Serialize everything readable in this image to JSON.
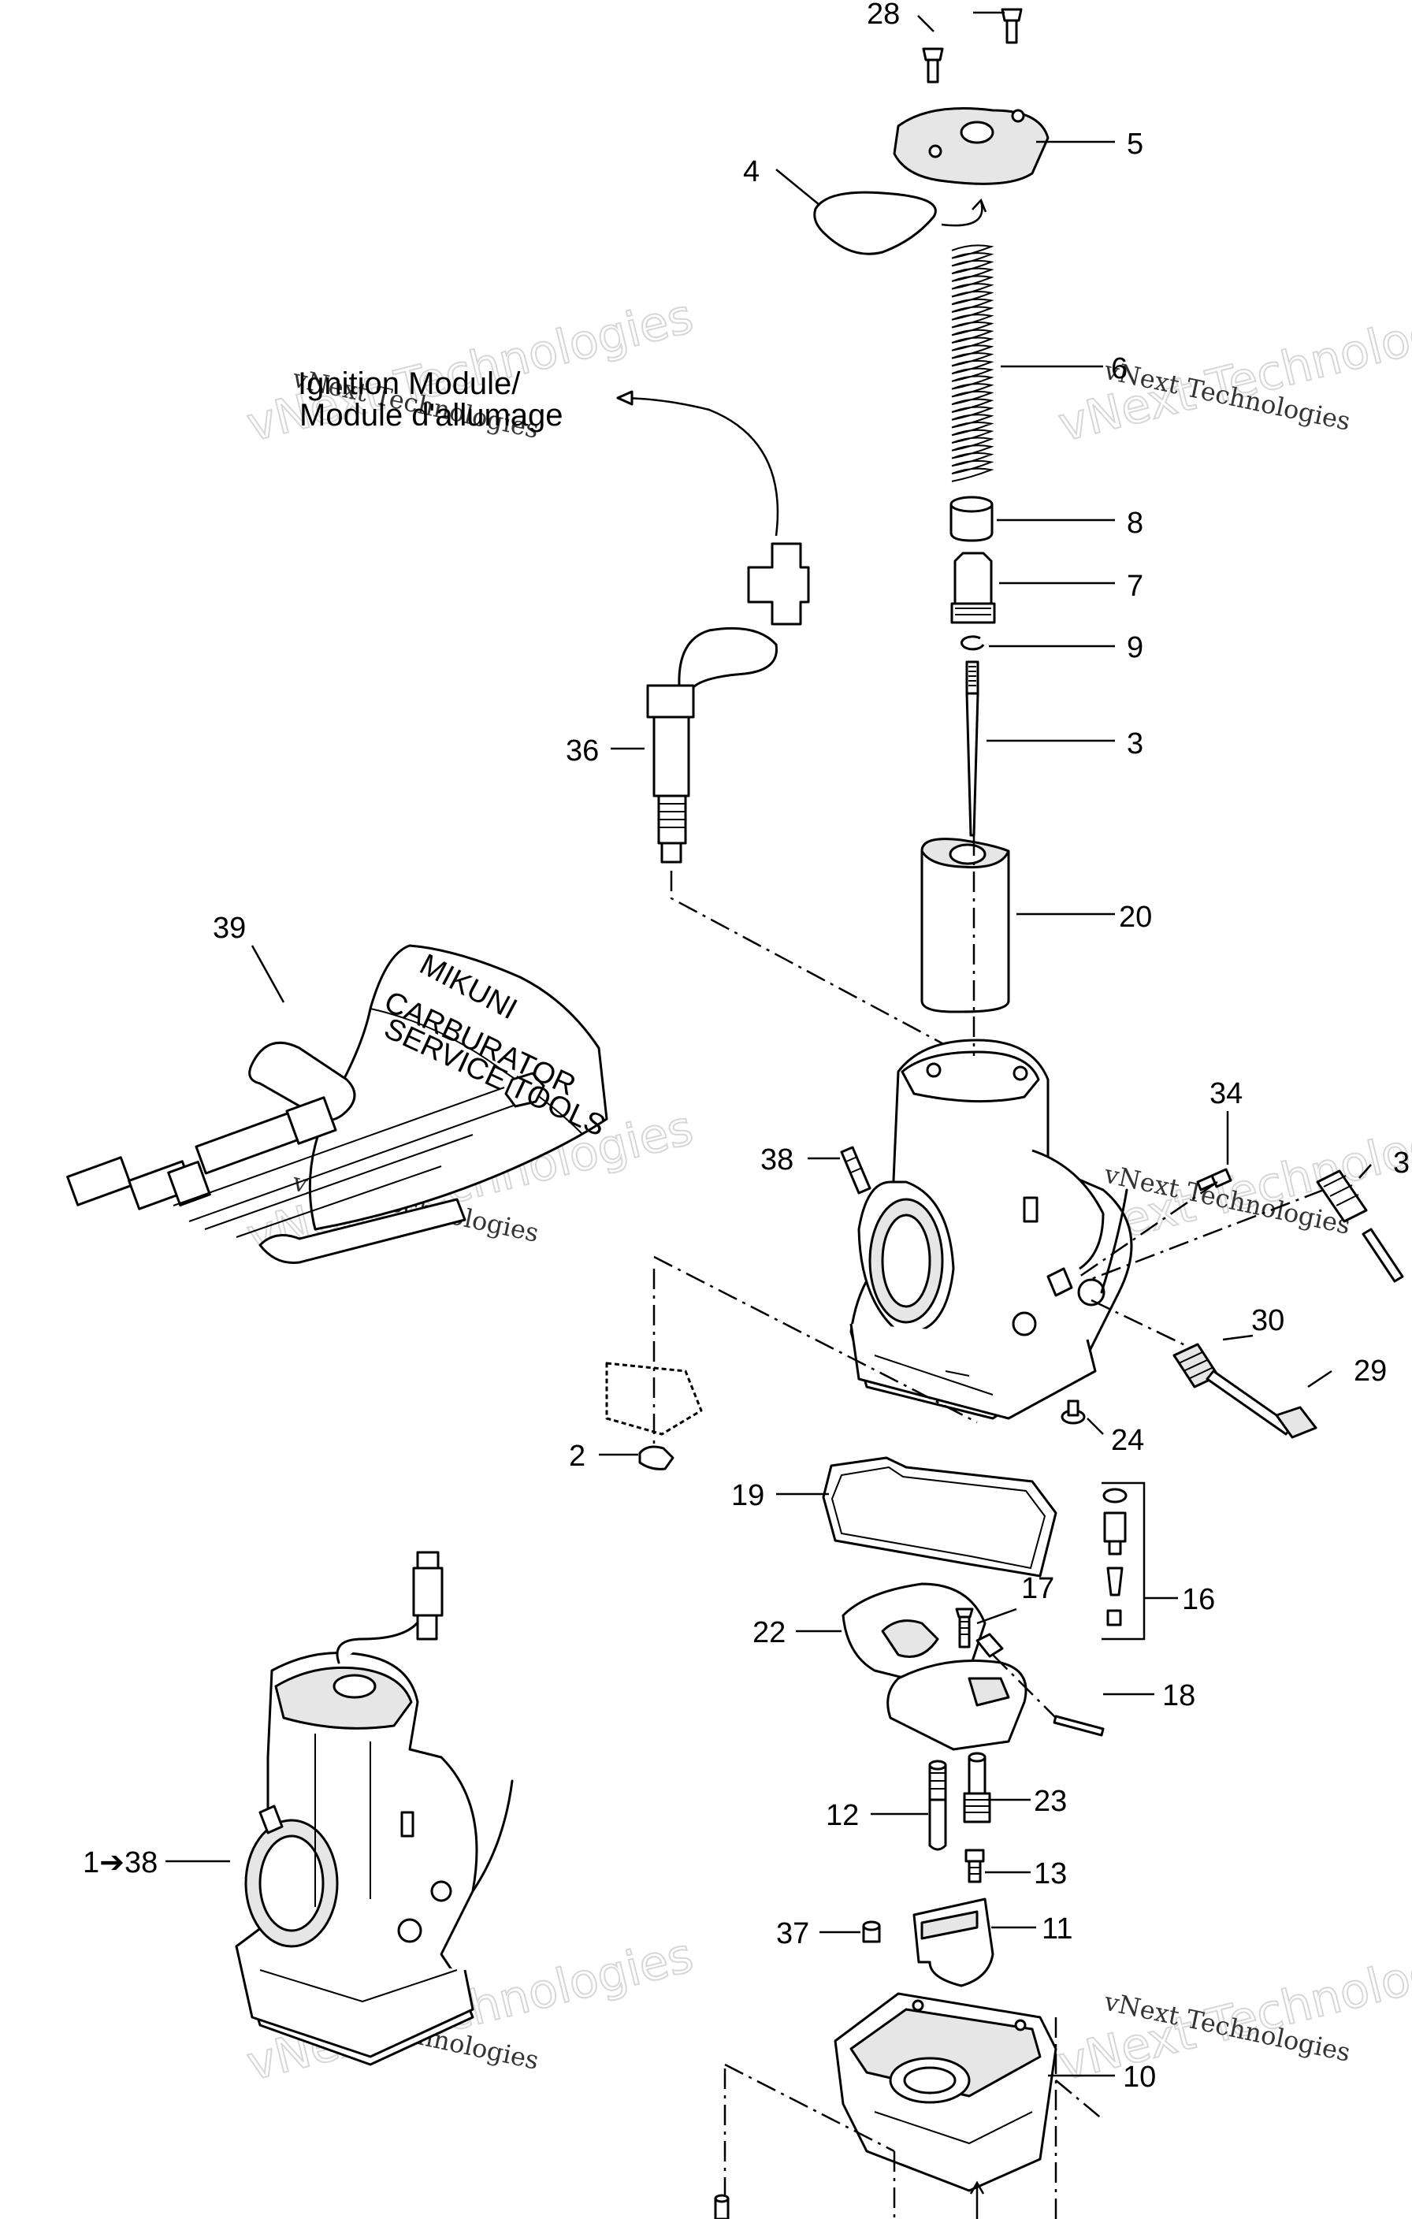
{
  "callouts": {
    "c1": "1➔38",
    "c2": "2",
    "c3": "3",
    "c3b": "3",
    "c4": "4",
    "c5": "5",
    "c6": "6",
    "c7": "7",
    "c8": "8",
    "c9": "9",
    "c10": "10",
    "c11": "11",
    "c12": "12",
    "c13": "13",
    "c16": "16",
    "c17": "17",
    "c18": "18",
    "c19": "19",
    "c20": "20",
    "c22": "22",
    "c23": "23",
    "c24": "24",
    "c28": "28",
    "c29": "29",
    "c30": "30",
    "c34": "34",
    "c36": "36",
    "c37": "37",
    "c38": "38",
    "c39": "39"
  },
  "ignition_label": {
    "line1": "Ignition Module/",
    "line2": "Module d'allumage"
  },
  "tool_kit": {
    "line1": "MIKUNI",
    "line2": "CARBURATOR",
    "line3": "SERVICE TOOLS"
  },
  "watermark": {
    "big": "vNext Technologies",
    "small": "vNext Technologies"
  }
}
